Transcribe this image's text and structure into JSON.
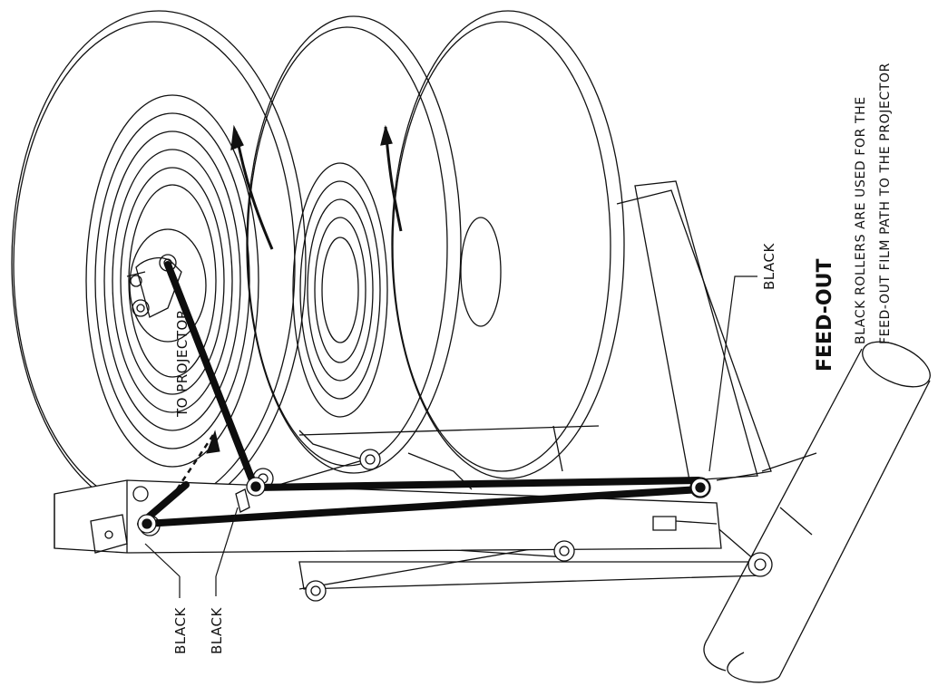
{
  "diagram": {
    "title": "FEED-OUT",
    "caption_line1": "BLACK ROLLERS ARE USED FOR THE",
    "caption_line2": "FEED-OUT FILM PATH TO THE PROJECTOR",
    "labels": {
      "to_projector": "TO PROJECTOR",
      "black_right": "BLACK",
      "black_left": "BLACK",
      "black_left2": "BLACK"
    },
    "colors": {
      "ink": "#111111",
      "film_path": "#0d0d0d",
      "paper": "#ffffff"
    }
  }
}
